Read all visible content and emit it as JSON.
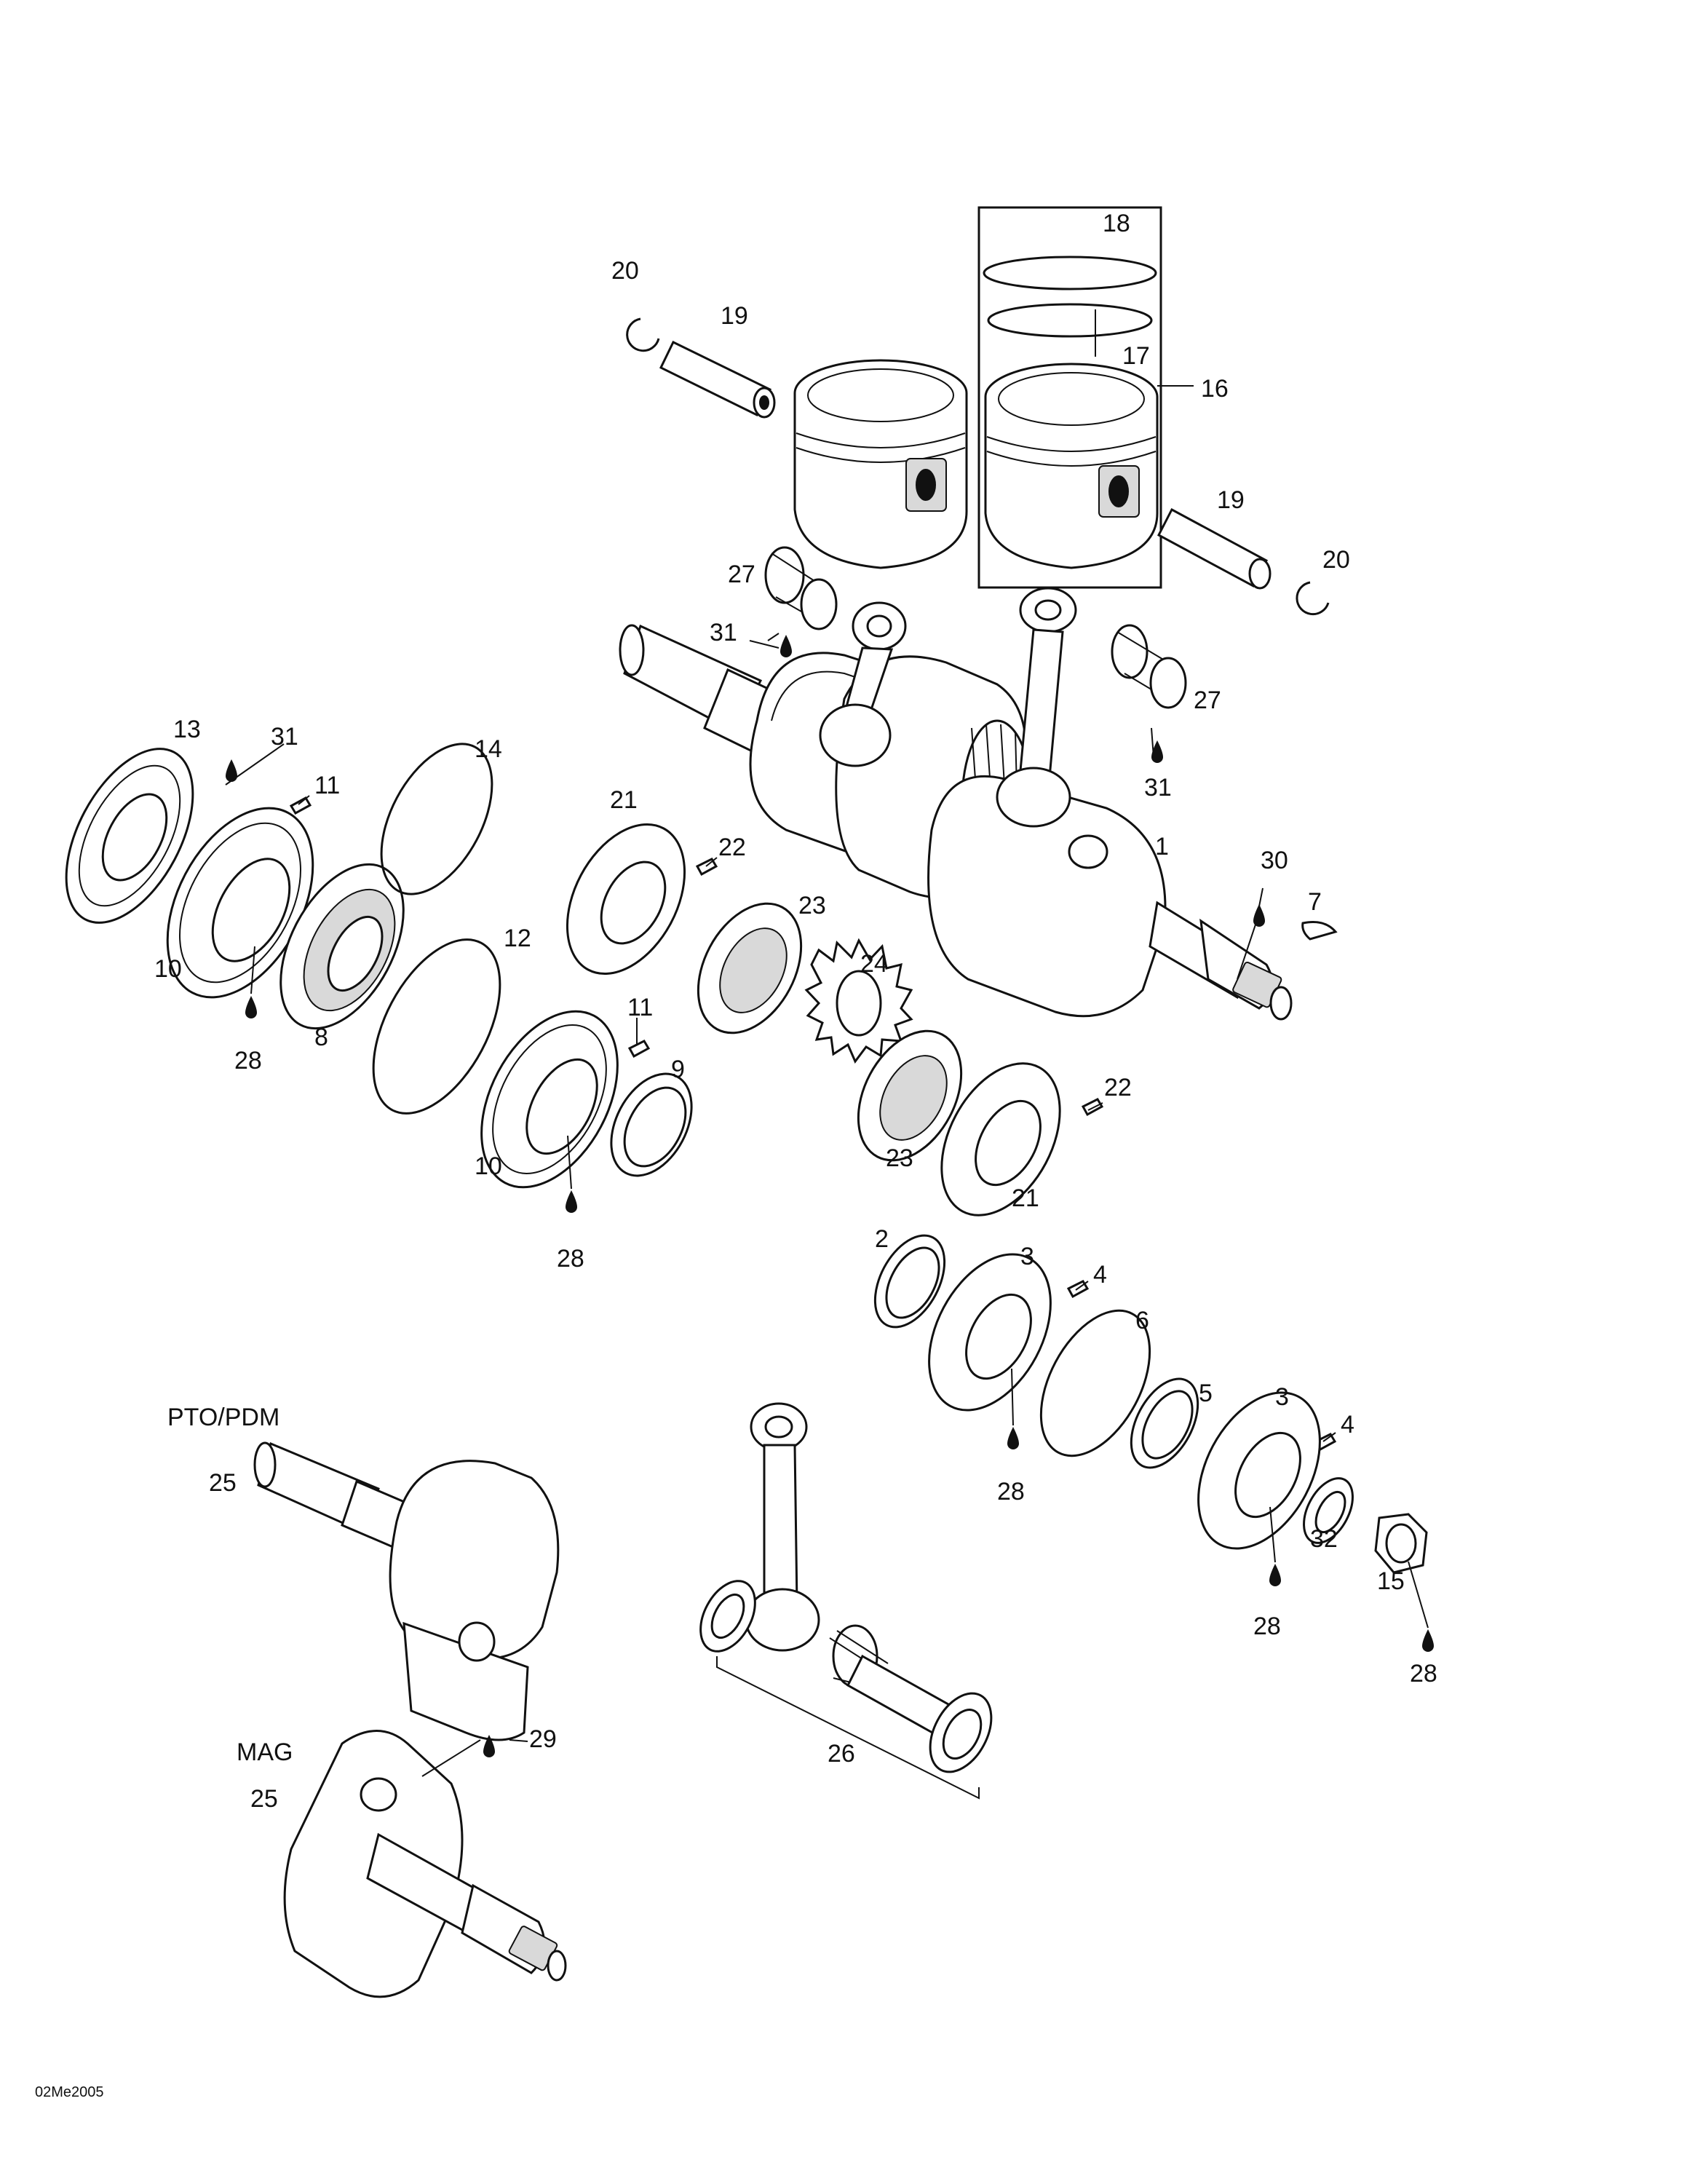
{
  "drawing_code": "02Me2005",
  "section_labels": {
    "pto": "PTO/PDM",
    "mag": "MAG"
  },
  "callouts": [
    {
      "id": "c1",
      "text": "1"
    },
    {
      "id": "c2",
      "text": "2"
    },
    {
      "id": "c3a",
      "text": "3"
    },
    {
      "id": "c3b",
      "text": "3"
    },
    {
      "id": "c4a",
      "text": "4"
    },
    {
      "id": "c4b",
      "text": "4"
    },
    {
      "id": "c5",
      "text": "5"
    },
    {
      "id": "c6",
      "text": "6"
    },
    {
      "id": "c7",
      "text": "7"
    },
    {
      "id": "c8",
      "text": "8"
    },
    {
      "id": "c9",
      "text": "9"
    },
    {
      "id": "c10a",
      "text": "10"
    },
    {
      "id": "c10b",
      "text": "10"
    },
    {
      "id": "c11a",
      "text": "11"
    },
    {
      "id": "c11b",
      "text": "11"
    },
    {
      "id": "c12",
      "text": "12"
    },
    {
      "id": "c13",
      "text": "13"
    },
    {
      "id": "c14",
      "text": "14"
    },
    {
      "id": "c15",
      "text": "15"
    },
    {
      "id": "c16",
      "text": "16"
    },
    {
      "id": "c17",
      "text": "17"
    },
    {
      "id": "c18",
      "text": "18"
    },
    {
      "id": "c19a",
      "text": "19"
    },
    {
      "id": "c19b",
      "text": "19"
    },
    {
      "id": "c20a",
      "text": "20"
    },
    {
      "id": "c20b",
      "text": "20"
    },
    {
      "id": "c21a",
      "text": "21"
    },
    {
      "id": "c21b",
      "text": "21"
    },
    {
      "id": "c22a",
      "text": "22"
    },
    {
      "id": "c22b",
      "text": "22"
    },
    {
      "id": "c23a",
      "text": "23"
    },
    {
      "id": "c23b",
      "text": "23"
    },
    {
      "id": "c24",
      "text": "24"
    },
    {
      "id": "c25a",
      "text": "25"
    },
    {
      "id": "c25b",
      "text": "25"
    },
    {
      "id": "c26",
      "text": "26"
    },
    {
      "id": "c27a",
      "text": "27"
    },
    {
      "id": "c27b",
      "text": "27"
    },
    {
      "id": "c28a",
      "text": "28"
    },
    {
      "id": "c28b",
      "text": "28"
    },
    {
      "id": "c28c",
      "text": "28"
    },
    {
      "id": "c28d",
      "text": "28"
    },
    {
      "id": "c28e",
      "text": "28"
    },
    {
      "id": "c29",
      "text": "29"
    },
    {
      "id": "c30",
      "text": "30"
    },
    {
      "id": "c31a",
      "text": "31"
    },
    {
      "id": "c31b",
      "text": "31"
    },
    {
      "id": "c31c",
      "text": "31"
    },
    {
      "id": "c32",
      "text": "32"
    }
  ]
}
